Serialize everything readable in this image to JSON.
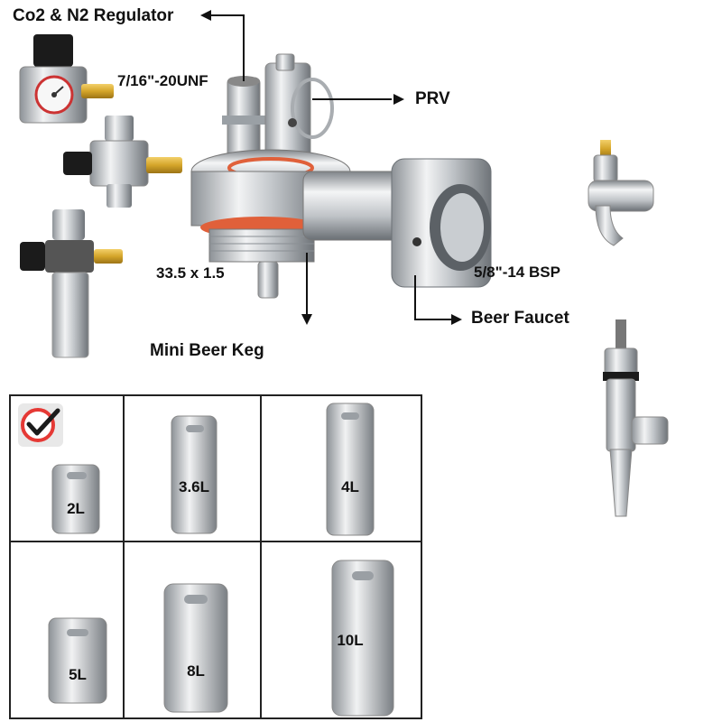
{
  "labels": {
    "regulator": "Co2 & N2 Regulator",
    "thread_unf": "7/16\"-20UNF",
    "prv": "PRV",
    "thread_metric": "33.5 x 1.5",
    "thread_bsp": "5/8\"-14 BSP",
    "faucet": "Beer Faucet",
    "keg": "Mini Beer Keg"
  },
  "sizes": [
    {
      "label": "2L",
      "selected": true
    },
    {
      "label": "3.6L",
      "selected": false
    },
    {
      "label": "4L",
      "selected": false
    },
    {
      "label": "5L",
      "selected": false
    },
    {
      "label": "8L",
      "selected": false
    },
    {
      "label": "10L",
      "selected": false
    }
  ],
  "colors": {
    "steel": "#c9cdd1",
    "brass": "#d4a52a",
    "gasket": "#e0603a",
    "check": "#e53935",
    "black": "#1b1b1b"
  }
}
